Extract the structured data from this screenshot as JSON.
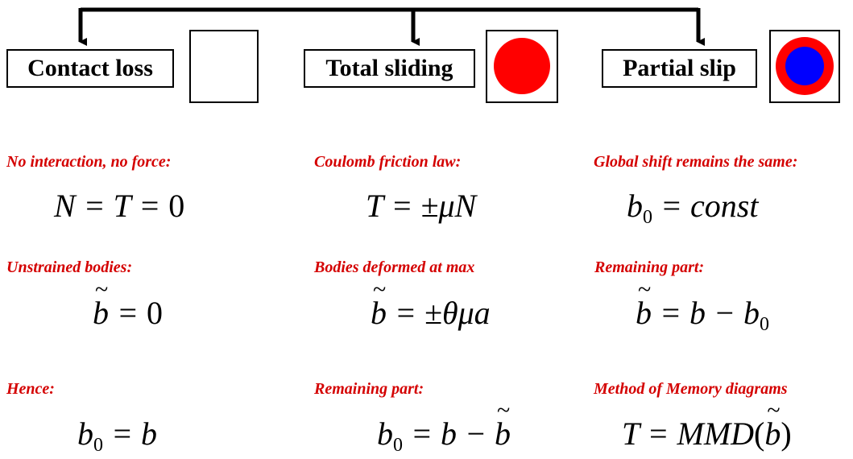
{
  "colors": {
    "caption": "#d40000",
    "outer_disk": "#ff0000",
    "inner_disk": "#0000ff"
  },
  "states": [
    {
      "label": "Contact loss",
      "icon": "empty-square-icon"
    },
    {
      "label": "Total sliding",
      "icon": "red-disk-icon"
    },
    {
      "label": "Partial slip",
      "icon": "red-blue-ring-icon"
    }
  ],
  "captions": {
    "contact_loss": [
      "No interaction, no force:",
      "Unstrained bodies:",
      "Hence:"
    ],
    "total_sliding": [
      "Coulomb friction law:",
      "Bodies deformed at max",
      "Remaining part:"
    ],
    "partial_slip": [
      "Global shift remains the same:",
      "Remaining part:",
      "Method of Memory diagrams"
    ]
  },
  "equations": {
    "contact_loss": [
      "N = T = 0",
      "b̃ = 0",
      "b0 = b"
    ],
    "total_sliding": [
      "T = ±μN",
      "b̃ = ±θμa",
      "b0 = b − b̃"
    ],
    "partial_slip": [
      "b0 = const",
      "b̃ = b − b0",
      "T = MMD(b̃)"
    ]
  }
}
